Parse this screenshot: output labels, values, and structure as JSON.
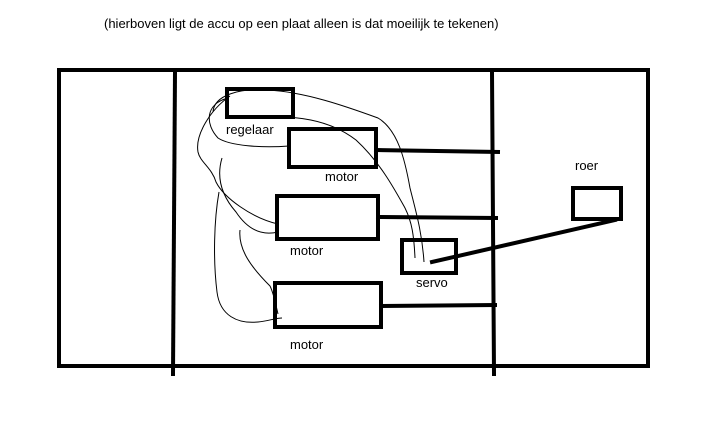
{
  "note": "(hierboven ligt de accu op een plaat alleen is dat moeilijk te tekenen)",
  "labels": {
    "regelaar": "regelaar",
    "motor_top": "motor",
    "motor_mid": "motor",
    "motor_bottom": "motor",
    "servo": "servo",
    "roer": "roer"
  }
}
